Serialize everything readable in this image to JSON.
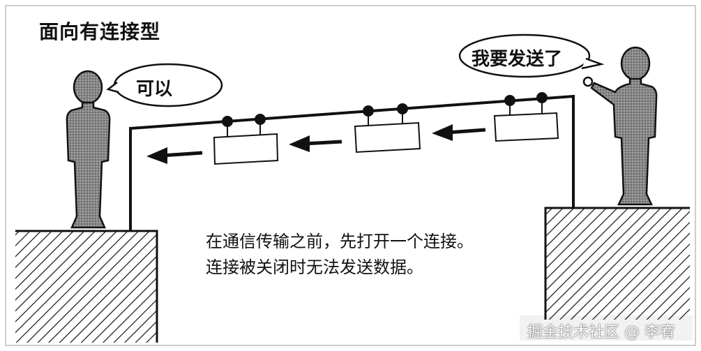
{
  "title": "面向有连接型",
  "left_person": {
    "speech": "可以"
  },
  "right_person": {
    "speech": "我要发送了"
  },
  "caption": {
    "line1": "在通信传输之前，先打开一个连接。",
    "line2": "连接被关闭时无法发送数据。"
  },
  "watermark": "掘金技术社区 @ 李宥",
  "packet_count": 3,
  "colors": {
    "ink": "#111111",
    "figure_fill": "#7a7a7a",
    "background": "#ffffff"
  }
}
